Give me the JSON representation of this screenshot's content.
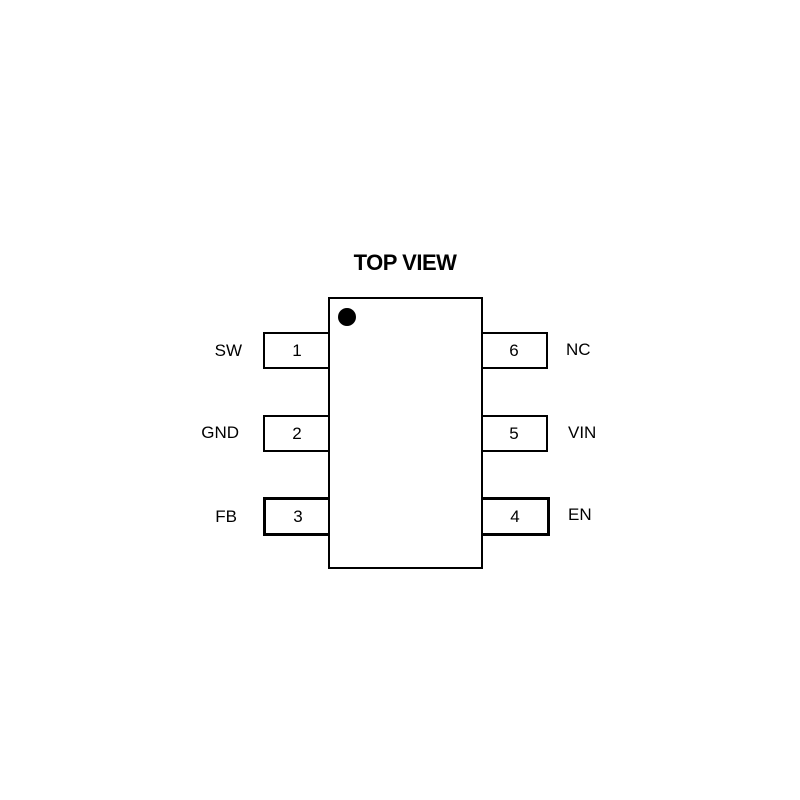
{
  "title": "TOP VIEW",
  "pins": [
    {
      "number": "1",
      "name": "SW"
    },
    {
      "number": "2",
      "name": "GND"
    },
    {
      "number": "3",
      "name": "FB"
    },
    {
      "number": "4",
      "name": "EN"
    },
    {
      "number": "5",
      "name": "VIN"
    },
    {
      "number": "6",
      "name": "NC"
    }
  ]
}
